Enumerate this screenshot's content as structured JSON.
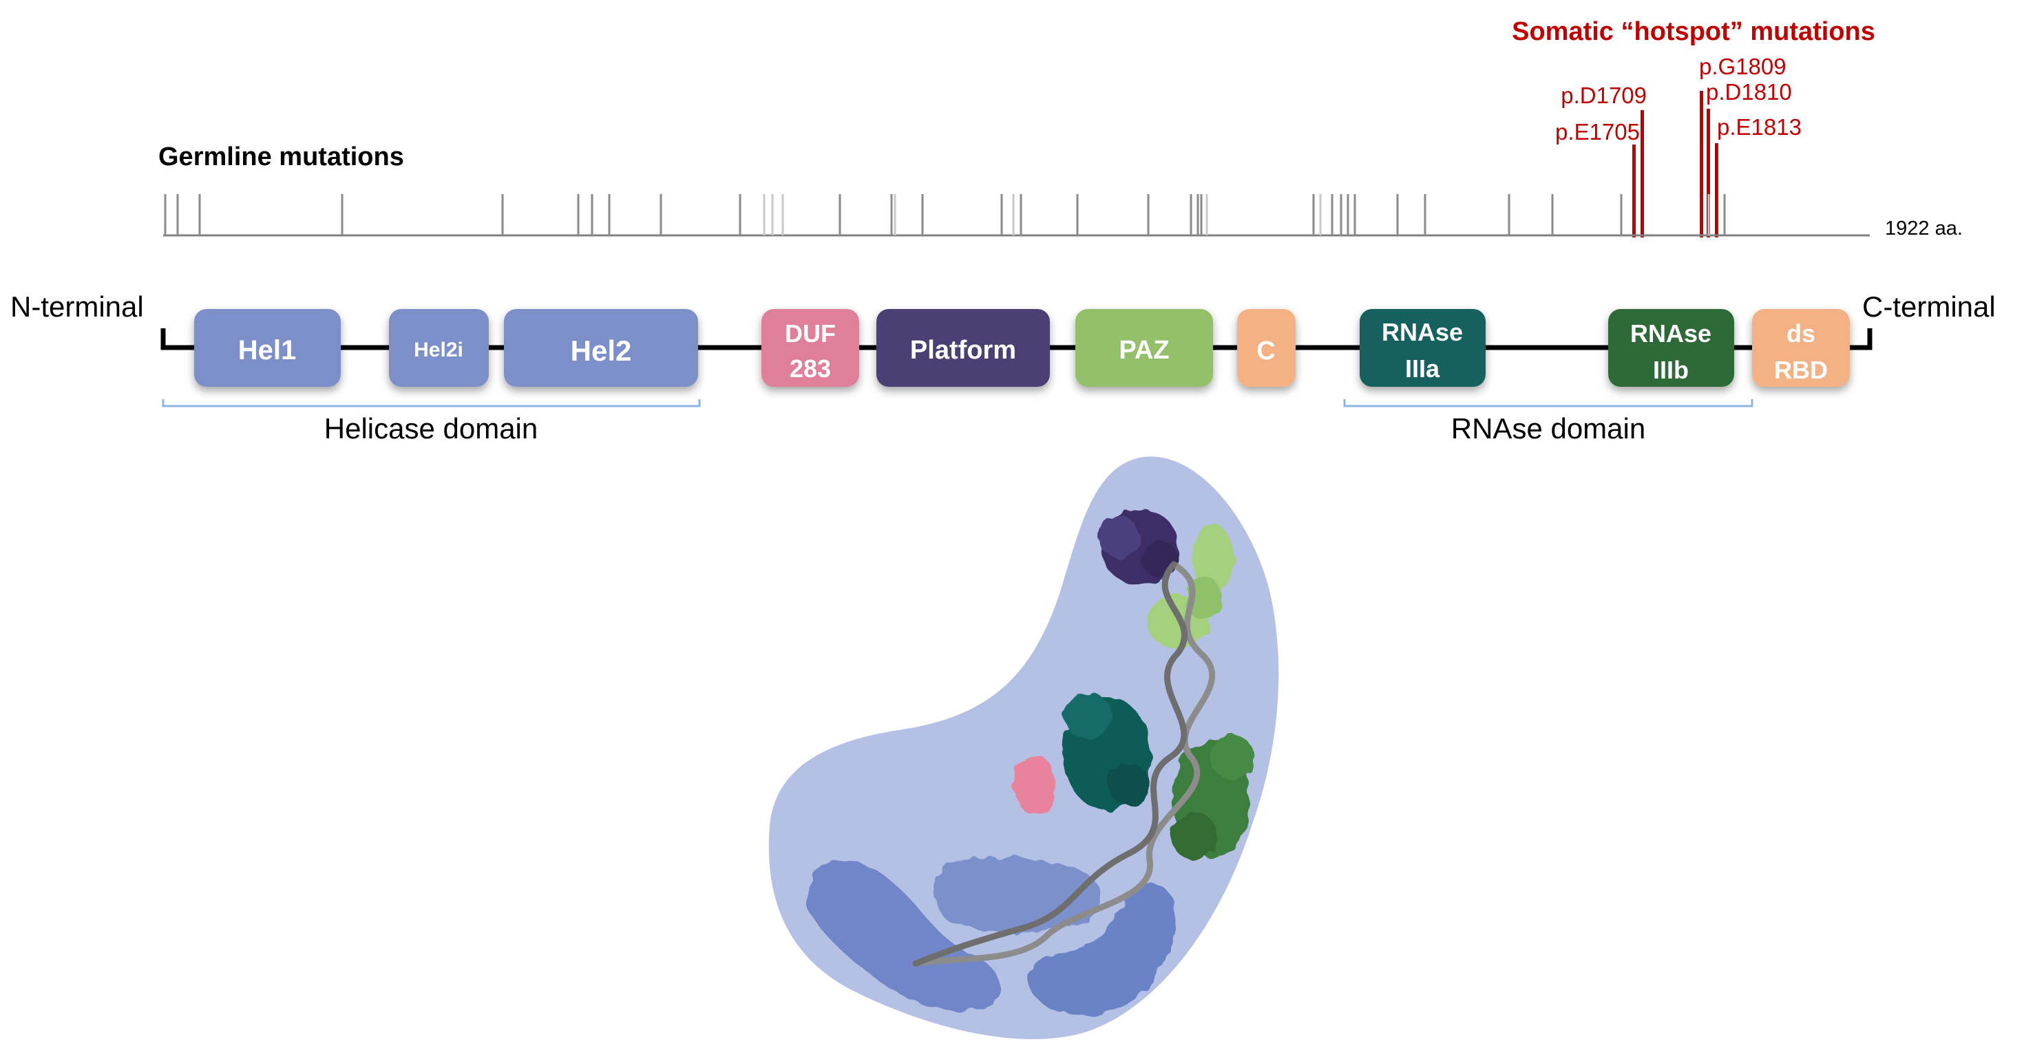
{
  "somatic": {
    "title": "Somatic “hotspot” mutations",
    "color": "#c00000",
    "mutations": [
      {
        "label": "p.D1709",
        "residue": 1709
      },
      {
        "label": "p.E1705",
        "residue": 1705
      },
      {
        "label": "p.G1809",
        "residue": 1809
      },
      {
        "label": "p.D1810",
        "residue": 1810
      },
      {
        "label": "p.E1813",
        "residue": 1813
      }
    ]
  },
  "germline": {
    "title": "Germline mutations",
    "length_label": "1922 aa."
  },
  "protein": {
    "n_terminal": "N-terminal",
    "c_terminal": "C-terminal",
    "domains": [
      {
        "id": "hel1",
        "lines": [
          "Hel1"
        ],
        "color": "#7b8fc9"
      },
      {
        "id": "hel2i",
        "lines": [
          "Hel2i"
        ],
        "color": "#7b8fc9"
      },
      {
        "id": "hel2",
        "lines": [
          "Hel2"
        ],
        "color": "#7b8fc9"
      },
      {
        "id": "duf283",
        "lines": [
          "DUF",
          "283"
        ],
        "color": "#e07f99"
      },
      {
        "id": "platform",
        "lines": [
          "Platform"
        ],
        "color": "#4b3f73"
      },
      {
        "id": "paz",
        "lines": [
          "PAZ"
        ],
        "color": "#93c067"
      },
      {
        "id": "c",
        "lines": [
          "C"
        ],
        "color": "#f4b183"
      },
      {
        "id": "rnase-iiia",
        "lines": [
          "RNAse",
          "IIIa"
        ],
        "color": "#13615f"
      },
      {
        "id": "rnase-iiib",
        "lines": [
          "RNAse",
          "IIIb"
        ],
        "color": "#2f6b37"
      },
      {
        "id": "dsrbd",
        "lines": [
          "ds",
          "RBD"
        ],
        "color": "#f4b183"
      }
    ],
    "groups": [
      {
        "id": "helicase",
        "label": "Helicase domain"
      },
      {
        "id": "rnase",
        "label": "RNAse domain"
      }
    ]
  },
  "colors": {
    "blob": "#b4c1e4",
    "text_white": "#ffffff",
    "line": "#000000"
  }
}
